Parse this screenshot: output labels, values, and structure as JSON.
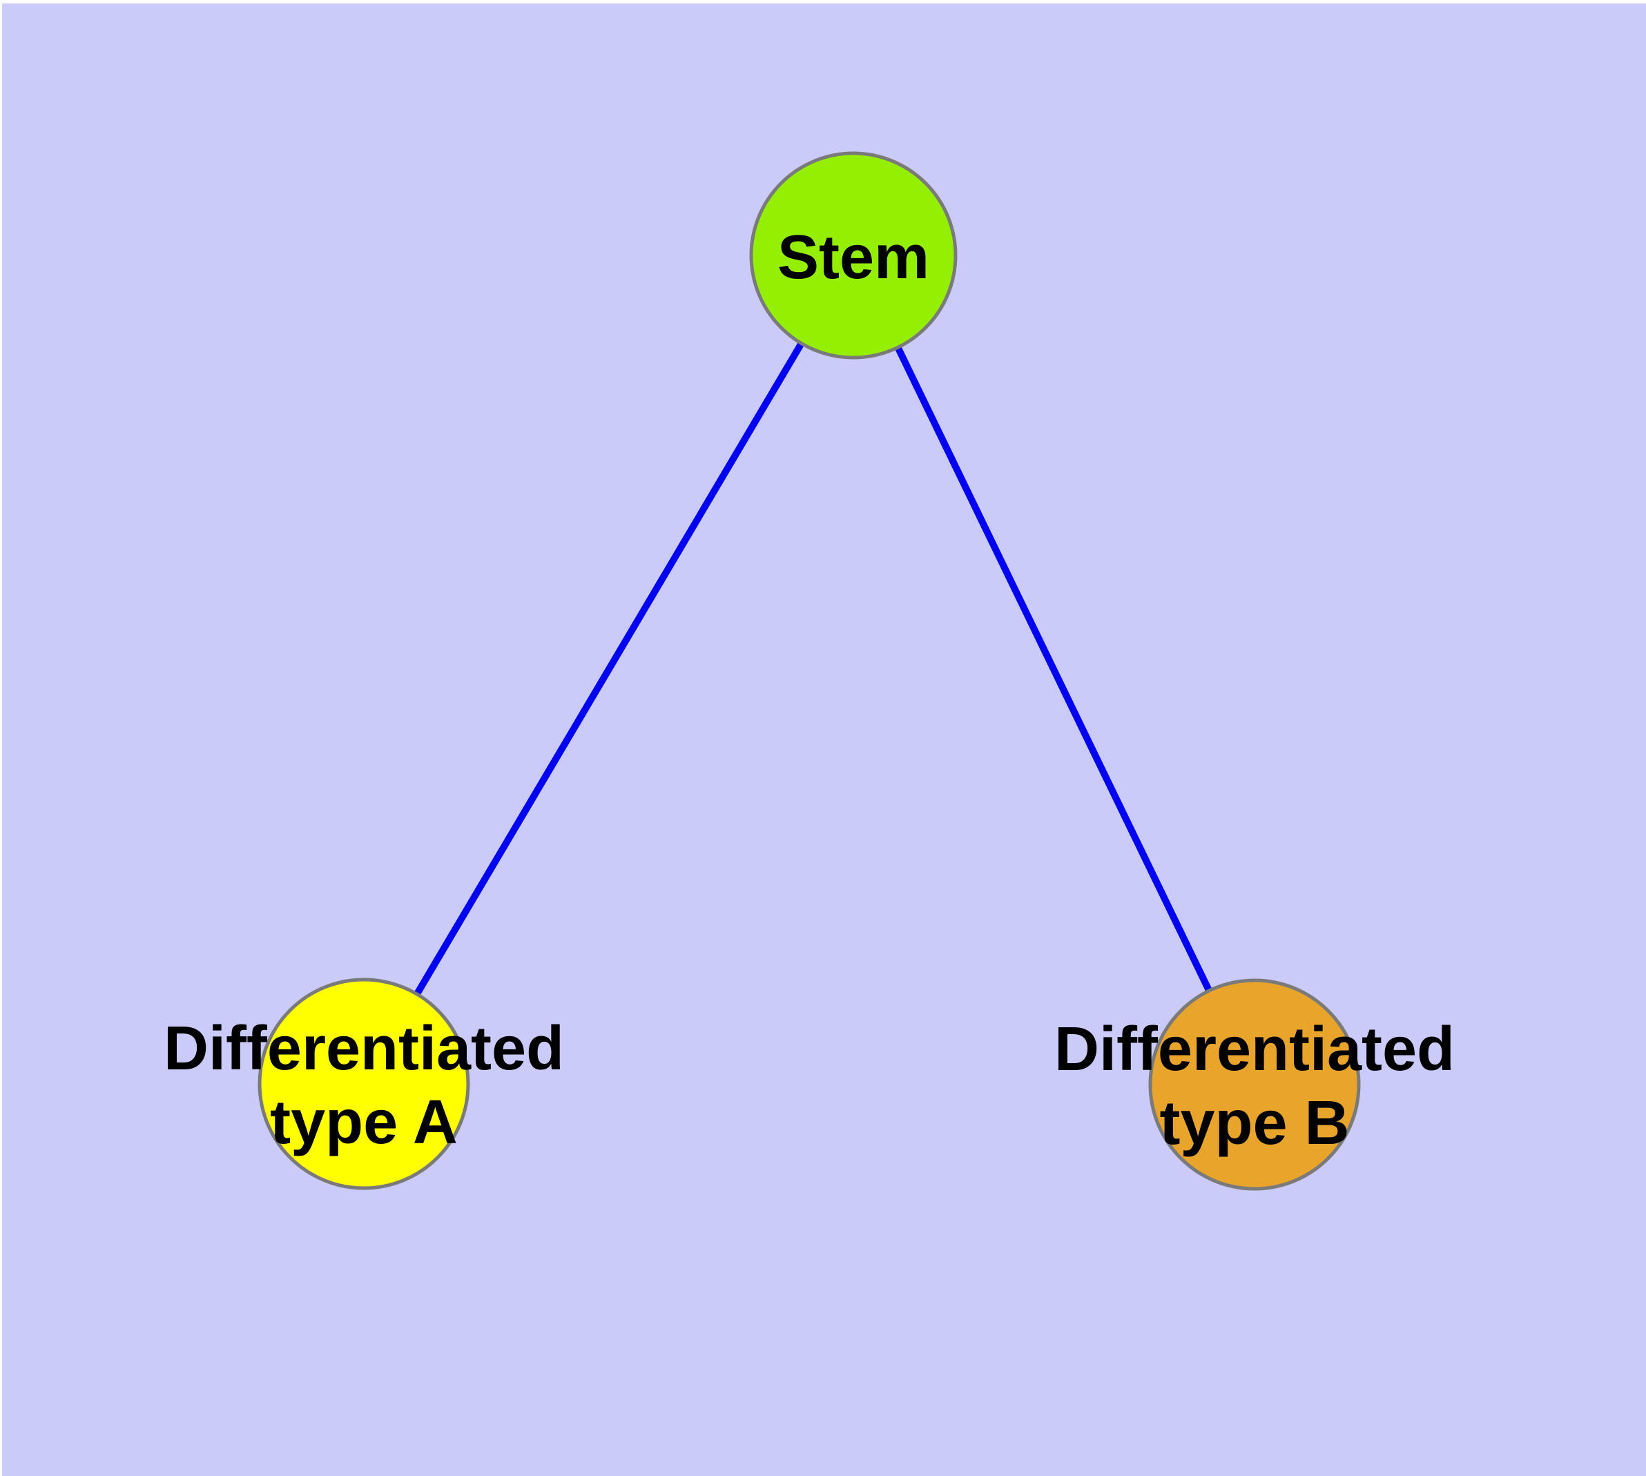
{
  "canvas": {
    "background_color": "#CBCBF9",
    "margin_color": "#FFFFFF"
  },
  "graph": {
    "edge_color": "#0202F2",
    "edge_width": 10,
    "node_border_color": "#7A7A7A",
    "node_border_width": 5,
    "nodes": [
      {
        "id": "stem",
        "label": "Stem",
        "fill": "#94F000"
      },
      {
        "id": "differentiated-type-a",
        "label_line1": "Differentiated",
        "label_line2": "type A",
        "fill": "#FFFF00"
      },
      {
        "id": "differentiated-type-b",
        "label_line1": "Differentiated",
        "label_line2": "type B",
        "fill": "#E8A42B"
      }
    ],
    "edges": [
      {
        "from": "Stem",
        "to": "Differentiated type A"
      },
      {
        "from": "Stem",
        "to": "Differentiated type B"
      }
    ]
  }
}
